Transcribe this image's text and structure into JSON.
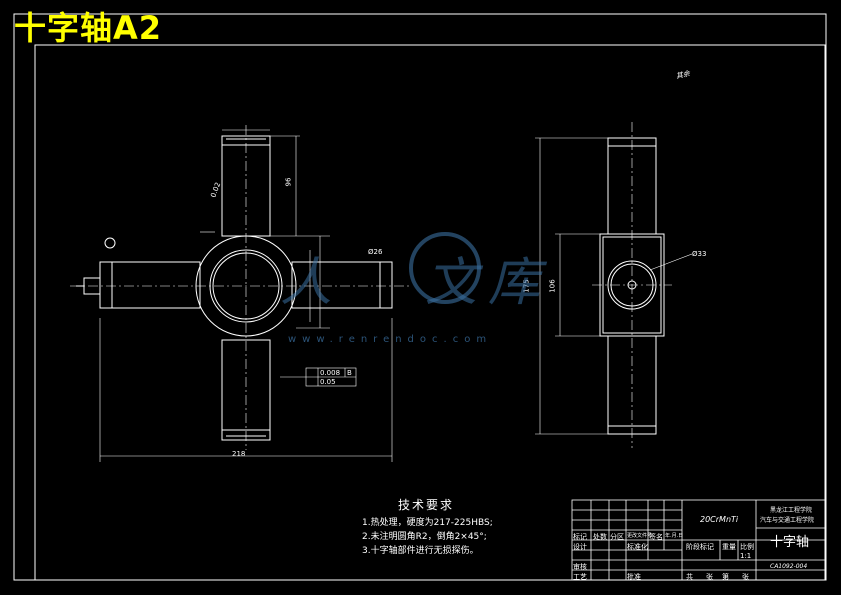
{
  "title": "十字轴A2",
  "roughness_note": "其余",
  "tech_requirements": {
    "heading": "技术要求",
    "items": [
      "1.热处理，硬度为217-225HBS;",
      "2.未注明圆角R2，倒角2×45°;",
      "3.十字轴部件进行无损探伤。"
    ]
  },
  "title_block": {
    "material": "20CrMnTi",
    "school": "黑龙江工程学院",
    "dept": "汽车与交通工程学院",
    "part_name": "十字轴",
    "drawing_no": "CA1092-004",
    "labels": {
      "mark": "标记",
      "count": "处数",
      "zone": "分区",
      "change_doc": "更改文件号",
      "signature": "签名",
      "date": "年.月.日",
      "design": "设计",
      "standardize": "标准化",
      "stage_mark": "阶段标记",
      "weight": "重量",
      "scale": "比例",
      "review": "审核",
      "process": "工艺",
      "approve": "批准",
      "total": "共",
      "sheet": "第",
      "sheets_unit": "张"
    },
    "scale_value": "1:1"
  },
  "dimensions": {
    "phi33": "Ø33",
    "total_width": "218",
    "arm_len": "96",
    "small_tol": "0.02",
    "right_dia": "Ø26",
    "side_height": "175",
    "side_inner": "106",
    "tol_1": "0.008",
    "tol_2": "0.05",
    "datum": "B"
  },
  "watermark": {
    "text": "www.renrendoc.com",
    "cn": [
      "人",
      "文",
      "库"
    ]
  },
  "colors": {
    "background": "#000000",
    "lines": "#ffffff",
    "title": "#ffff00",
    "watermark": "#3a6fa0"
  }
}
